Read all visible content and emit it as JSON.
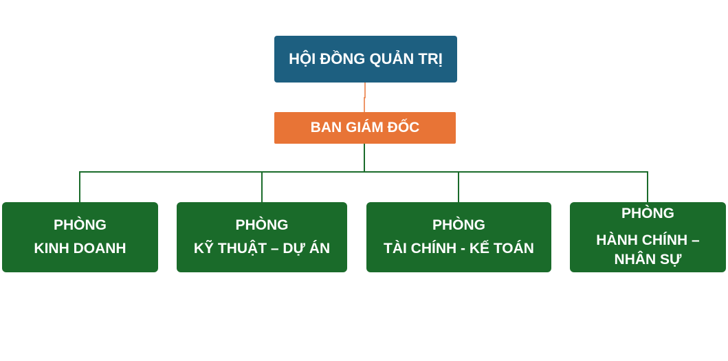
{
  "colors": {
    "board": "#1d5f80",
    "directors": "#e87436",
    "department": "#1a6b2a",
    "connector_top": "#e87436",
    "connector_tree": "#1a6b2a"
  },
  "board": {
    "label": "HỘI ĐỒNG QUẢN TRỊ"
  },
  "directors": {
    "label": "BAN GIÁM ĐỐC"
  },
  "departments": [
    {
      "line1": "PHÒNG",
      "line2": "KINH DOANH"
    },
    {
      "line1": "PHÒNG",
      "line2": "KỸ THUẬT – DỰ ÁN"
    },
    {
      "line1": "PHÒNG",
      "line2": "TÀI CHÍNH - KẾ TOÁN"
    },
    {
      "line1": "PHÒNG",
      "line2": "HÀNH CHÍNH –",
      "line3": "NHÂN SỰ"
    }
  ]
}
